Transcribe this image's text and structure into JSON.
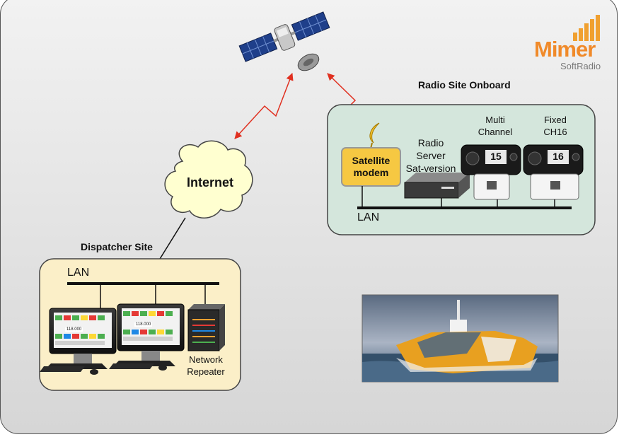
{
  "logo": {
    "brand": "Mimer",
    "sub": "SoftRadio",
    "bar_color": "#f0a030",
    "brand_color": "#f08a2a"
  },
  "sites": {
    "onboard": {
      "title": "Radio Site Onboard",
      "lan_label": "LAN",
      "modem_line1": "Satellite",
      "modem_line2": "modem",
      "server_line1": "Radio",
      "server_line2": "Server",
      "server_line3": "Sat-version",
      "multi_line1": "Multi",
      "multi_line2": "Channel",
      "fixed_line1": "Fixed",
      "fixed_line2": "CH16",
      "radio1_display": "15",
      "radio2_display": "16"
    },
    "dispatcher": {
      "title": "Dispatcher Site",
      "lan_label": "LAN",
      "repeater_line1": "Network",
      "repeater_line2": "Repeater",
      "screen1_value": "118.000",
      "screen2_value": "118.000"
    }
  },
  "cloud": {
    "label": "Internet"
  },
  "colors": {
    "onboard_panel": "#d4e6dc",
    "dispatcher_panel": "#fbefc8",
    "modem_fill": "#f6c842",
    "cloud_fill": "#ffffd0",
    "link_color": "#e03020"
  }
}
